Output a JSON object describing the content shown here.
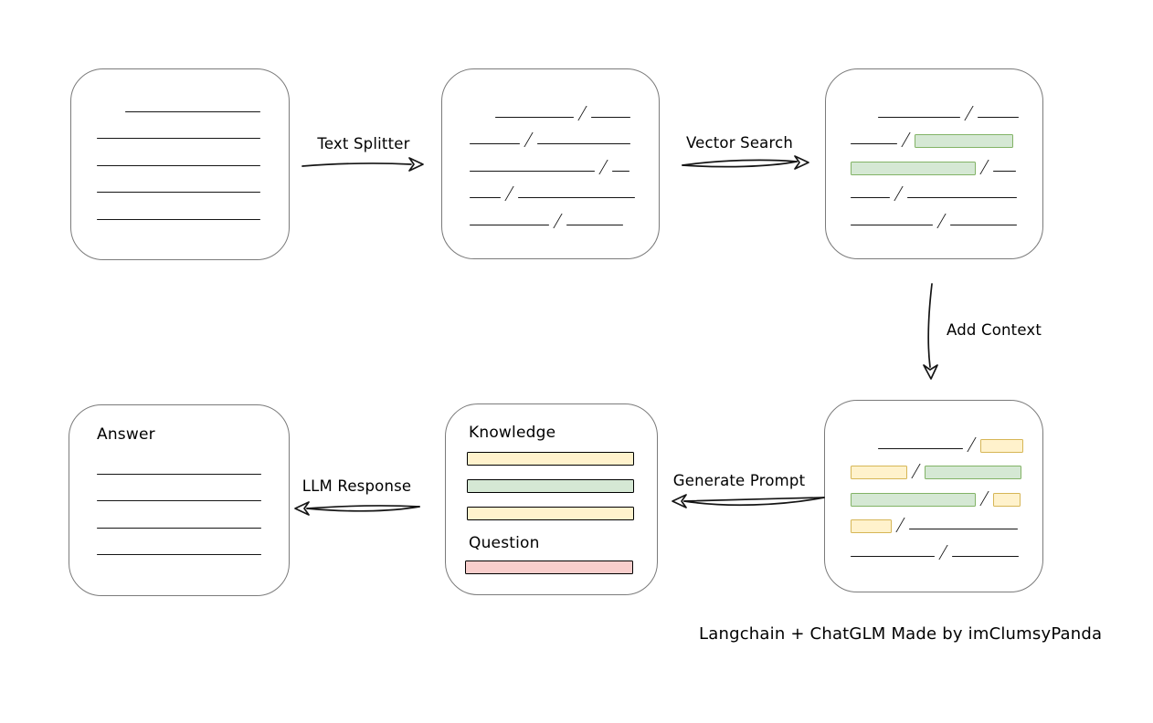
{
  "caption": "Langchain + ChatGLM Made by imClumsyPanda",
  "colors": {
    "green-fill": "#d5e8d4",
    "green-border": "#82b366",
    "yellow-fill": "#fff2cc",
    "yellow-border": "#d6b656",
    "red-fill": "#f8cecc",
    "red-border": "#b85450",
    "node-border": "#7b7b7b",
    "ink": "#151515"
  },
  "arrows": {
    "text_splitter": {
      "label": "Text Splitter"
    },
    "vector_search": {
      "label": "Vector Search"
    },
    "add_context": {
      "label": "Add Context"
    },
    "generate_prompt": {
      "label": "Generate Prompt"
    },
    "llm_response": {
      "label": "LLM Response"
    }
  },
  "boxes": {
    "document": {
      "rows": [
        {
          "indent": 31,
          "segs": [
            {
              "t": "line",
              "w": 148
            }
          ]
        },
        {
          "indent": 0,
          "segs": [
            {
              "t": "line",
              "w": 179
            }
          ]
        },
        {
          "indent": 0,
          "segs": [
            {
              "t": "line",
              "w": 179
            }
          ]
        },
        {
          "indent": 0,
          "segs": [
            {
              "t": "line",
              "w": 179
            }
          ]
        },
        {
          "indent": 0,
          "segs": [
            {
              "t": "line",
              "w": 179
            }
          ]
        }
      ]
    },
    "chunks": {
      "rows": [
        {
          "indent": 28,
          "segs": [
            {
              "t": "line",
              "w": 86
            },
            {
              "t": "slash"
            },
            {
              "t": "line",
              "w": 43
            }
          ]
        },
        {
          "indent": 0,
          "segs": [
            {
              "t": "line",
              "w": 55
            },
            {
              "t": "slash"
            },
            {
              "t": "line",
              "w": 102
            }
          ]
        },
        {
          "indent": 0,
          "segs": [
            {
              "t": "line",
              "w": 137
            },
            {
              "t": "slash"
            },
            {
              "t": "line",
              "w": 19
            }
          ]
        },
        {
          "indent": 0,
          "segs": [
            {
              "t": "line",
              "w": 34
            },
            {
              "t": "slash"
            },
            {
              "t": "line",
              "w": 128
            }
          ]
        },
        {
          "indent": 0,
          "segs": [
            {
              "t": "line",
              "w": 87
            },
            {
              "t": "slash"
            },
            {
              "t": "line",
              "w": 62
            }
          ]
        }
      ]
    },
    "matched": {
      "rows": [
        {
          "indent": 30,
          "segs": [
            {
              "t": "line",
              "w": 90
            },
            {
              "t": "slash"
            },
            {
              "t": "line",
              "w": 45
            }
          ]
        },
        {
          "indent": 0,
          "segs": [
            {
              "t": "line",
              "w": 51
            },
            {
              "t": "slash"
            },
            {
              "t": "chunk",
              "c": "green",
              "w": 106
            }
          ]
        },
        {
          "indent": 0,
          "segs": [
            {
              "t": "chunk",
              "c": "green",
              "w": 135
            },
            {
              "t": "slash"
            },
            {
              "t": "line",
              "w": 25
            }
          ]
        },
        {
          "indent": 0,
          "segs": [
            {
              "t": "line",
              "w": 43
            },
            {
              "t": "slash"
            },
            {
              "t": "line",
              "w": 120
            }
          ]
        },
        {
          "indent": 0,
          "segs": [
            {
              "t": "line",
              "w": 90
            },
            {
              "t": "slash"
            },
            {
              "t": "line",
              "w": 73
            }
          ]
        }
      ]
    },
    "context": {
      "rows": [
        {
          "indent": 30,
          "segs": [
            {
              "t": "line",
              "w": 93
            },
            {
              "t": "slash"
            },
            {
              "t": "chunk",
              "c": "yellow",
              "w": 45
            }
          ]
        },
        {
          "indent": 0,
          "segs": [
            {
              "t": "chunk",
              "c": "yellow",
              "w": 60
            },
            {
              "t": "slash"
            },
            {
              "t": "chunk",
              "c": "green",
              "w": 104
            }
          ]
        },
        {
          "indent": 0,
          "segs": [
            {
              "t": "chunk",
              "c": "green",
              "w": 135
            },
            {
              "t": "slash"
            },
            {
              "t": "chunk",
              "c": "yellow",
              "w": 28
            }
          ]
        },
        {
          "indent": 0,
          "segs": [
            {
              "t": "chunk",
              "c": "yellow",
              "w": 43
            },
            {
              "t": "slash"
            },
            {
              "t": "line",
              "w": 119
            }
          ]
        },
        {
          "indent": 0,
          "segs": [
            {
              "t": "line",
              "w": 92
            },
            {
              "t": "slash"
            },
            {
              "t": "line",
              "w": 73
            }
          ]
        }
      ]
    },
    "prompt": {
      "knowledge_label": "Knowledge",
      "question_label": "Question",
      "knowledge_bars": [
        "yellow",
        "green",
        "yellow"
      ],
      "question_bar": "red"
    },
    "answer": {
      "label": "Answer",
      "rows": [
        {
          "indent": 0,
          "segs": [
            {
              "t": "line",
              "w": 180
            }
          ]
        },
        {
          "indent": 0,
          "segs": [
            {
              "t": "line",
              "w": 180
            }
          ]
        },
        {
          "indent": 0,
          "segs": [
            {
              "t": "line",
              "w": 180
            }
          ]
        },
        {
          "indent": 0,
          "segs": [
            {
              "t": "line",
              "w": 180
            }
          ]
        }
      ]
    }
  }
}
